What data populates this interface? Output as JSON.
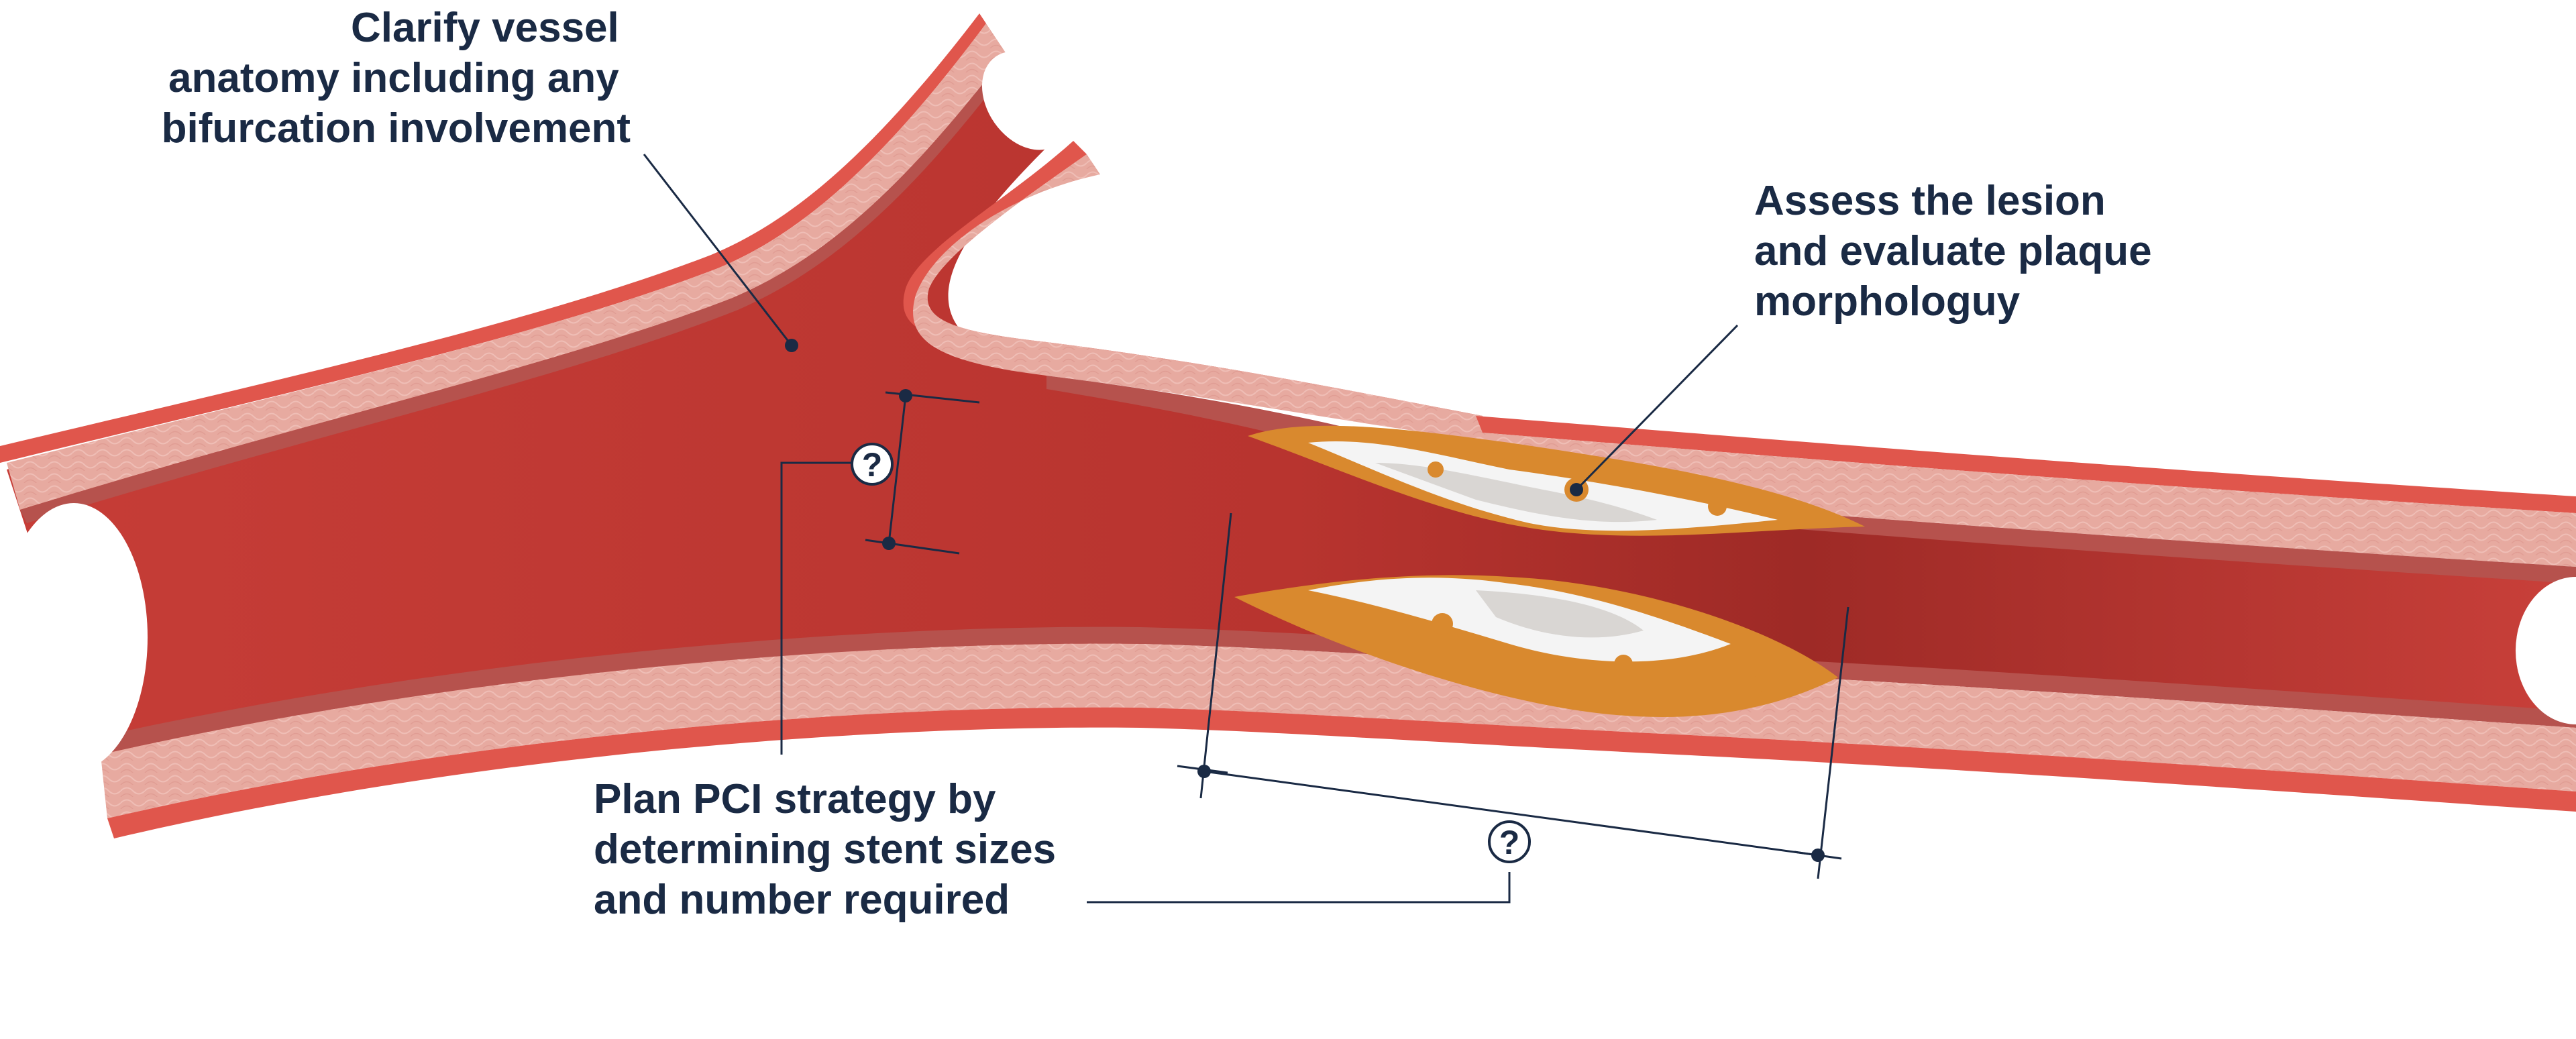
{
  "colors": {
    "lumen": "#c9403a",
    "lumen_dark": "#8e2522",
    "wall_outer": "#e0564c",
    "wall_media": "#e7aaa0",
    "wall_intima": "#b6524d",
    "text": "#1a2a44",
    "callout_line": "#1a2a44",
    "plaque_white": "#f4f4f4",
    "plaque_grey": "#d9d6d3",
    "plaque_orange": "#d9892e",
    "background": "#ffffff"
  },
  "annotations": {
    "anatomy": {
      "lines": [
        "Clarify vessel",
        "anatomy including any",
        "bifurcation involvement"
      ]
    },
    "lesion": {
      "lines": [
        "Assess the lesion",
        "and evaluate plaque",
        "morphologuy"
      ]
    },
    "plan": {
      "lines": [
        "Plan PCI strategy by",
        "determining stent sizes",
        "and number required"
      ]
    }
  },
  "markers": {
    "diameter_question": "?",
    "length_question": "?"
  }
}
